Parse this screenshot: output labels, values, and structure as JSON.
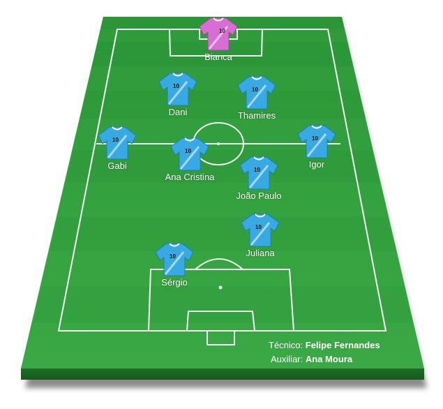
{
  "colors": {
    "pitch_light": "#33a33e",
    "pitch_dark": "#1f7d29",
    "lines": "#ffffff",
    "outfield_shirt": "#38a9e3",
    "goalkeeper_shirt": "#d66fd1"
  },
  "shirt_number": "10",
  "players": [
    {
      "name": "Bianca",
      "role": "goalkeeper"
    },
    {
      "name": "Dani",
      "role": "outfield"
    },
    {
      "name": "Thamires",
      "role": "outfield"
    },
    {
      "name": "Gabi",
      "role": "outfield"
    },
    {
      "name": "Ana Cristina",
      "role": "outfield"
    },
    {
      "name": "João Paulo",
      "role": "outfield"
    },
    {
      "name": "Igor",
      "role": "outfield"
    },
    {
      "name": "Juliana",
      "role": "outfield"
    },
    {
      "name": "Sérgio",
      "role": "outfield"
    }
  ],
  "staff": {
    "coach_label": "Técnico:",
    "coach_name": "Felipe Fernandes",
    "assistant_label": "Auxiliar:",
    "assistant_name": "Ana Moura"
  }
}
